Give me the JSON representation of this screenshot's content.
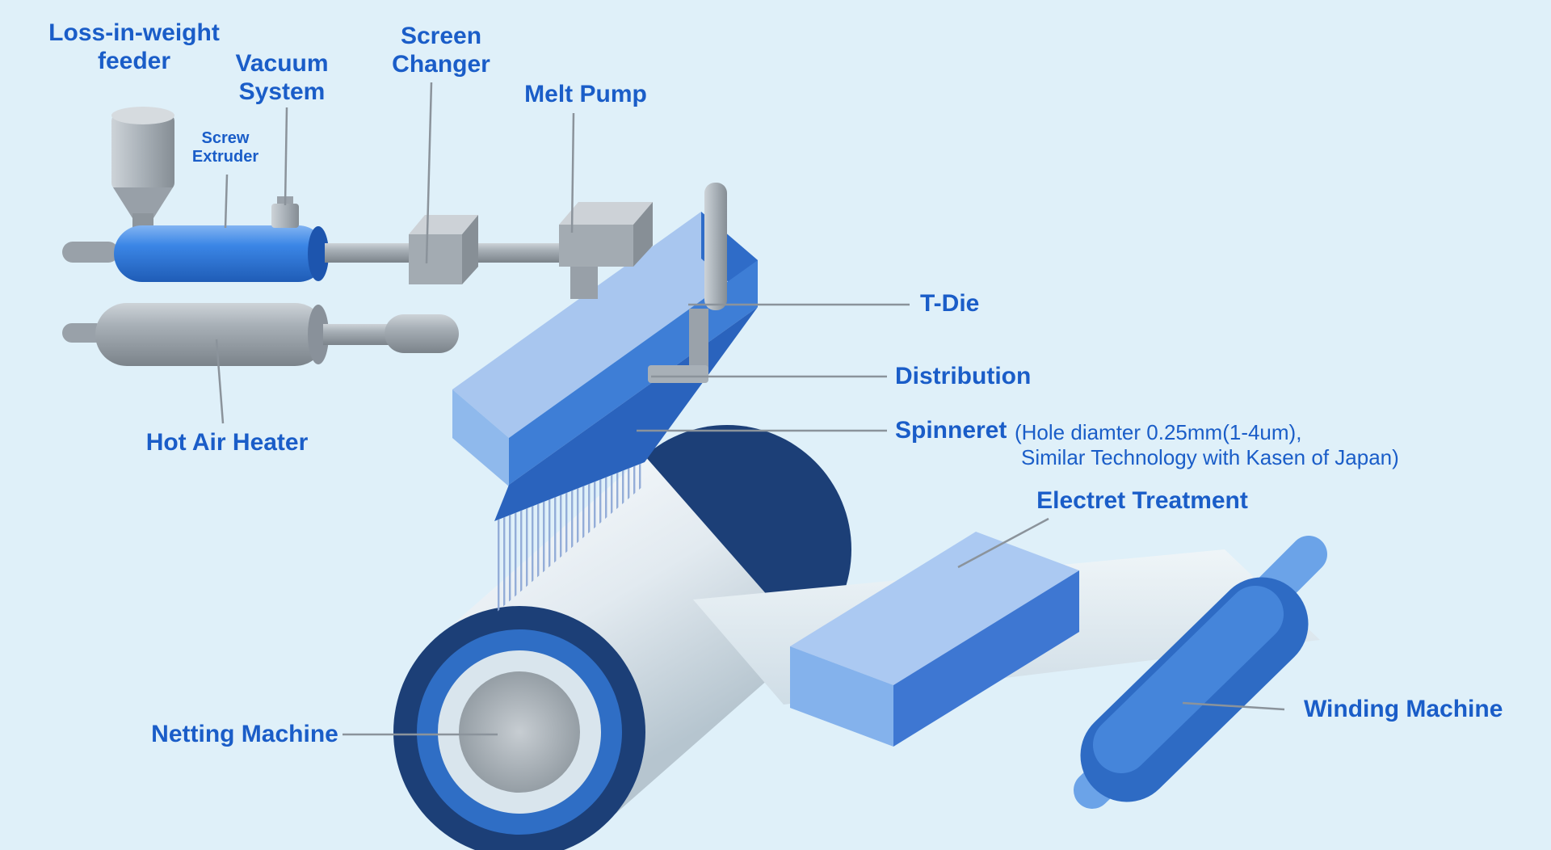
{
  "background": "#dff0f9",
  "colors": {
    "label_text": "#1a5dc8",
    "leader_line": "#8b939b",
    "machine_gray": "#9aa3ab",
    "machine_gray_light": "#cdd3d8",
    "extruder_blue": "#2e7de0",
    "die_top_blue": "#a8c6ef",
    "die_front_blue": "#3e7ed6",
    "die_dark_blue": "#2a63bd",
    "drum_navy": "#1c3f77",
    "drum_ring_blue": "#2f6ec5",
    "belt_gray": "#e3ebf1",
    "electret_top_blue": "#abc9f2",
    "electret_side_blue": "#3e77d2",
    "roller_blue": "#2e6bc4"
  },
  "labels": {
    "loss_in_weight_feeder": {
      "lines": [
        "Loss-in-weight",
        "feeder"
      ]
    },
    "vacuum_system": {
      "lines": [
        "Vacuum",
        "System"
      ]
    },
    "screen_changer": {
      "lines": [
        "Screen",
        "Changer"
      ]
    },
    "screw_extruder": {
      "lines": [
        "Screw",
        "Extruder"
      ]
    },
    "melt_pump": {
      "text": "Melt Pump"
    },
    "hot_air_heater": {
      "text": "Hot Air Heater"
    },
    "t_die": {
      "text": "T-Die"
    },
    "distribution": {
      "text": "Distribution"
    },
    "spinneret": {
      "text": "Spinneret",
      "note_line1": "(Hole diamter 0.25mm(1-4um),",
      "note_line2": "Similar Technology with Kasen of Japan)"
    },
    "electret_treatment": {
      "text": "Electret Treatment"
    },
    "netting_machine": {
      "text": "Netting Machine"
    },
    "winding_machine": {
      "text": "Winding Machine"
    }
  }
}
